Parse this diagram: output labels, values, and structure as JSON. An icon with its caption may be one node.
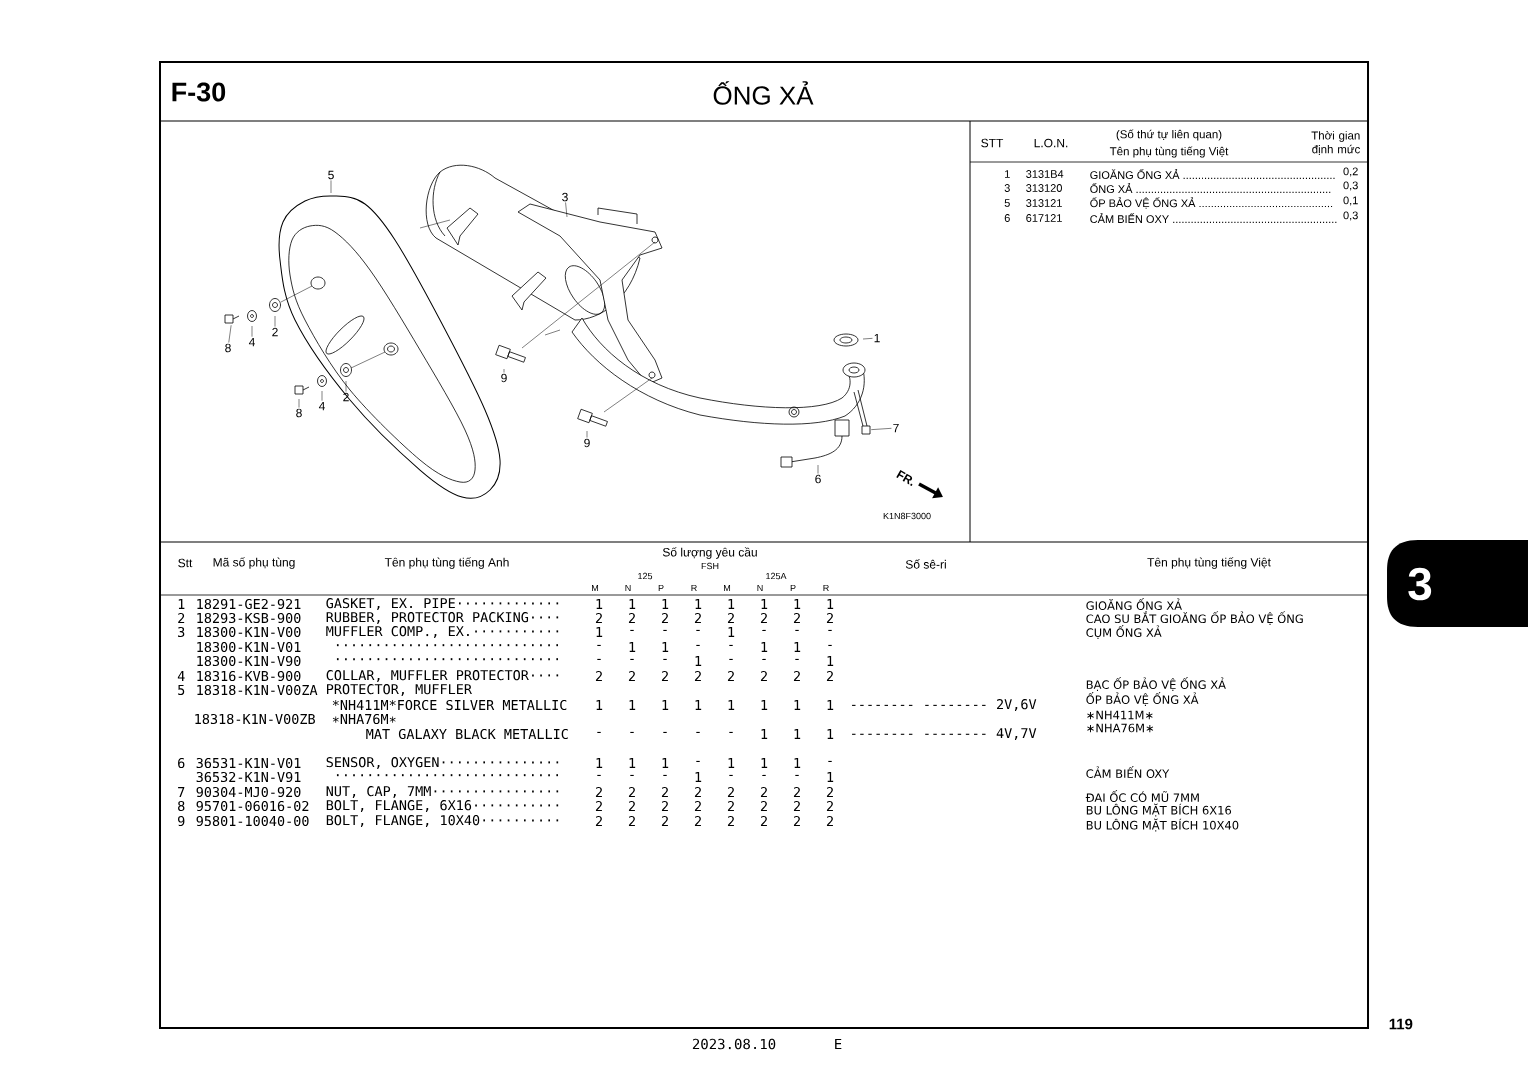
{
  "diagram": {
    "title": "ỐNG XẢ",
    "nodes": [
      {
        "text": [
          "5"
        ]
      },
      {
        "text": [
          "3"
        ]
      },
      {
        "text": [
          "8"
        ]
      },
      {
        "text": [
          "4"
        ]
      },
      {
        "text": [
          "2"
        ]
      },
      {
        "text": [
          "1"
        ]
      },
      {
        "text": [
          "9"
        ]
      },
      {
        "text": [
          "8"
        ]
      },
      {
        "text": [
          "4"
        ]
      },
      {
        "text": [
          "2"
        ]
      },
      {
        "text": [
          "7"
        ]
      },
      {
        "text": [
          "9"
        ]
      },
      {
        "text": [
          "6"
        ]
      },
      {
        "text": [],
        "shape": "box"
      },
      {
        "text": [],
        "shape": "box"
      }
    ],
    "edges": [
      {
        "from": 0,
        "to": null,
        "arrow": "none"
      },
      {
        "from": 1,
        "to": null,
        "arrow": "none"
      },
      {
        "from": 2,
        "to": 13,
        "arrow": "none"
      },
      {
        "from": 3,
        "to": null,
        "arrow": "none"
      },
      {
        "from": 4,
        "to": null,
        "arrow": "none"
      },
      {
        "from": 5,
        "to": null,
        "arrow": "none"
      },
      {
        "from": 6,
        "to": null,
        "arrow": "none"
      },
      {
        "from": 7,
        "to": null,
        "arrow": "none"
      },
      {
        "from": 8,
        "to": null,
        "arrow": "none"
      },
      {
        "from": 9,
        "to": null,
        "arrow": "none"
      },
      {
        "from": 10,
        "to": 14,
        "arrow": "none"
      },
      {
        "from": 11,
        "to": null,
        "arrow": "none"
      },
      {
        "from": 12,
        "to": null,
        "arrow": "none"
      }
    ],
    "labels": [
      "F-30",
      "STT",
      "L.O.N.",
      "(Số thứ tự liên quan)",
      "Tên phụ tùng tiếng Việt",
      "Thời gian định mức",
      "1",
      "3131B4",
      "GIOĂNG ỐNG XẢ ..................................................",
      "0,2",
      "3",
      "313120",
      "ỐNG XẢ ................................................................",
      "0,3",
      "5",
      "313121",
      "ỐP BẢO VỆ ỐNG XẢ ............................................",
      "0,1",
      "6",
      "617121",
      "CẢM BIẾN OXY ......................................................",
      "0,3",
      "K1N8F3000",
      "FR.",
      "Stt",
      "Mã số phụ tùng",
      "Tên phụ tùng tiếng Anh",
      "Số lượng yêu cầu",
      "FSH",
      "125",
      "125A",
      "M",
      "N",
      "P",
      "R",
      "M",
      "N",
      "P",
      "R",
      "Số sê-ri",
      "Tên phụ tùng tiếng Việt",
      "1",
      "18291-GE2-921",
      "GASKET, EX. PIPE·············",
      "1",
      "1",
      "1",
      "1",
      "1",
      "1",
      "1",
      "1",
      "GIOĂNG ỐNG XẢ",
      "2",
      "18293-KSB-900",
      "RUBBER, PROTECTOR PACKING····",
      "2",
      "2",
      "2",
      "2",
      "2",
      "2",
      "2",
      "2",
      "CAO SU BẮT GIOĂNG ỐP BẢO VỆ ỐNG",
      "3",
      "18300-K1N-V00",
      "MUFFLER COMP., EX.···········",
      "1",
      "-",
      "-",
      "-",
      "1",
      "-",
      "-",
      "-",
      "CỤM ỐNG XẢ",
      "18300-K1N-V01",
      "····························",
      "-",
      "1",
      "1",
      "-",
      "-",
      "1",
      "1",
      "-",
      "18300-K1N-V90",
      "····························",
      "-",
      "-",
      "-",
      "1",
      "-",
      "-",
      "-",
      "1",
      "4",
      "18316-KVB-900",
      "COLLAR, MUFFLER PROTECTOR····",
      "2",
      "2",
      "2",
      "2",
      "2",
      "2",
      "2",
      "2",
      "BẠC ỐP BẢO VỆ ỐNG XẢ",
      "5",
      "18318-K1N-V00ZA",
      "PROTECTOR, MUFFLER",
      "ỐP BẢO VỆ ỐNG XẢ",
      "*NH411M*FORCE SILVER METALLIC",
      "1",
      "1",
      "1",
      "1",
      "1",
      "1",
      "1",
      "1",
      "-------- -------- 2V,6V",
      "∗NH411M∗",
      "18318-K1N-V00ZB",
      "∗NHA76M∗",
      "∗NHA76M∗",
      "MAT GALAXY BLACK METALLIC",
      "-",
      "-",
      "-",
      "-",
      "-",
      "1",
      "1",
      "1",
      "-------- -------- 4V,7V",
      "6",
      "36531-K1N-V01",
      "SENSOR, OXYGEN···············",
      "1",
      "1",
      "1",
      "-",
      "1",
      "1",
      "1",
      "-",
      "CẢM BIẾN OXY",
      "36532-K1N-V91",
      "····························",
      "-",
      "-",
      "-",
      "1",
      "-",
      "-",
      "-",
      "1",
      "7",
      "90304-MJ0-920",
      "NUT, CAP, 7MM················",
      "2",
      "2",
      "2",
      "2",
      "2",
      "2",
      "2",
      "2",
      "ĐAI ỐC CÓ MŨ 7MM",
      "8",
      "95701-06016-02",
      "BOLT, FLANGE, 6X16···········",
      "2",
      "2",
      "2",
      "2",
      "2",
      "2",
      "2",
      "2",
      "BU LÔNG MẶT BÍCH 6X16",
      "9",
      "95801-10040-00",
      "BOLT, FLANGE, 10X40··········",
      "2",
      "2",
      "2",
      "2",
      "2",
      "2",
      "2",
      "2",
      "BU LÔNG MẶT BÍCH 10X40",
      "3",
      "119",
      "2023.08.10",
      "E"
    ]
  }
}
